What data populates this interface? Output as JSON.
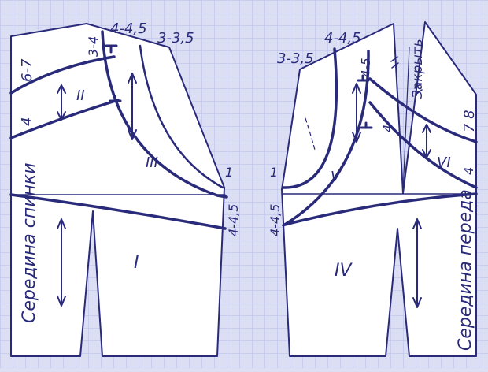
{
  "labels": {
    "back_center": "Середина спинки",
    "front_center": "Середина переда",
    "closed": "Закрыть",
    "panel_I": "I",
    "panel_II": "II",
    "panel_III": "III",
    "panel_IV": "IV",
    "panel_V": "V",
    "panel_VI": "VI",
    "back_6_7": "6-7",
    "back_4": "4",
    "back_3_4": "3-4",
    "back_4_45": "4-4,5",
    "back_3_35": "3-3,5",
    "back_1": "1",
    "back_neck_4_45": "4-4,5",
    "front_3_35": "3-3,5",
    "front_4_45": "4-4,5",
    "front_45_vert": "4-5",
    "front_4": "4",
    "front_7_8": "7 8",
    "front_side_4": "4",
    "front_1": "1",
    "front_neck_4_45": "4-4,5"
  },
  "colors": {
    "background": "#dcdff3",
    "grid": "#b8bde8",
    "line": "#2a2a7a",
    "paper": "#ffffff"
  }
}
